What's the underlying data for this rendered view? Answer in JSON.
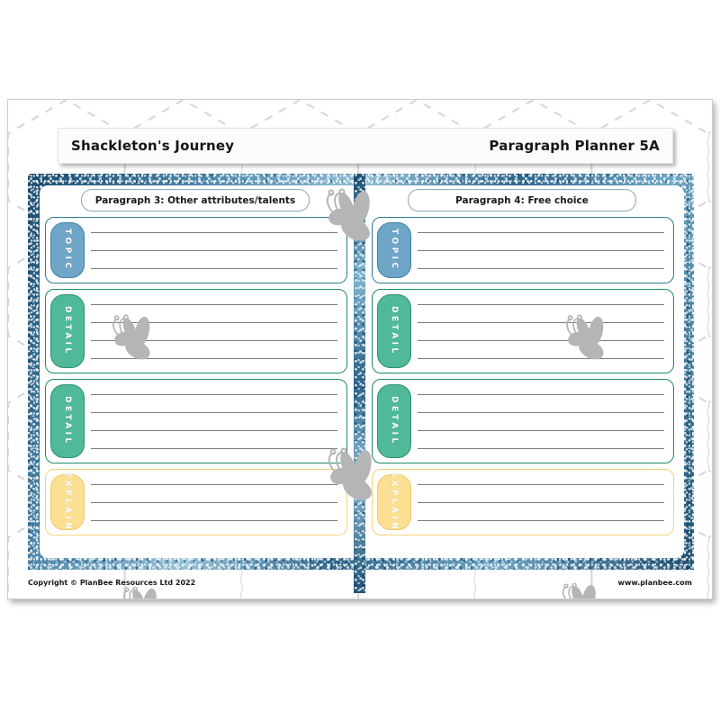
{
  "document": {
    "title": "Shackleton's Journey",
    "sheet_label": "Paragraph Planner 5A"
  },
  "columns": [
    {
      "heading": "Paragraph 3: Other attributes/talents",
      "sections": [
        {
          "label": "TOPIC",
          "kind": "topic",
          "lines": 3
        },
        {
          "label": "DETAIL",
          "kind": "detail",
          "lines": 4
        },
        {
          "label": "DETAIL",
          "kind": "detail",
          "lines": 4
        },
        {
          "label": "EXPLAIN",
          "kind": "explain",
          "lines": 3
        }
      ]
    },
    {
      "heading": "Paragraph 4: Free choice",
      "sections": [
        {
          "label": "TOPIC",
          "kind": "topic",
          "lines": 3
        },
        {
          "label": "DETAIL",
          "kind": "detail",
          "lines": 4
        },
        {
          "label": "DETAIL",
          "kind": "detail",
          "lines": 4
        },
        {
          "label": "EXPLAIN",
          "kind": "explain",
          "lines": 3
        }
      ]
    }
  ],
  "footer": {
    "copyright": "Copyright © PlanBee Resources Ltd 2022",
    "website": "www.planbee.com"
  },
  "colors": {
    "topic_pill": "#6fa6c8",
    "detail_pill": "#4fb99a",
    "explain_pill": "#fbdf93",
    "topic_border": "#2e7c91",
    "detail_border": "#1f8a6b",
    "explain_border": "#f2d27a",
    "ice_frame": "#2f6f96",
    "writing_line": "#7a7a7a",
    "watermark": "#b3b3b3"
  },
  "watermarks": {
    "honeycomb": "hexagon-grid-watermark",
    "bee": "bee-watermark"
  }
}
